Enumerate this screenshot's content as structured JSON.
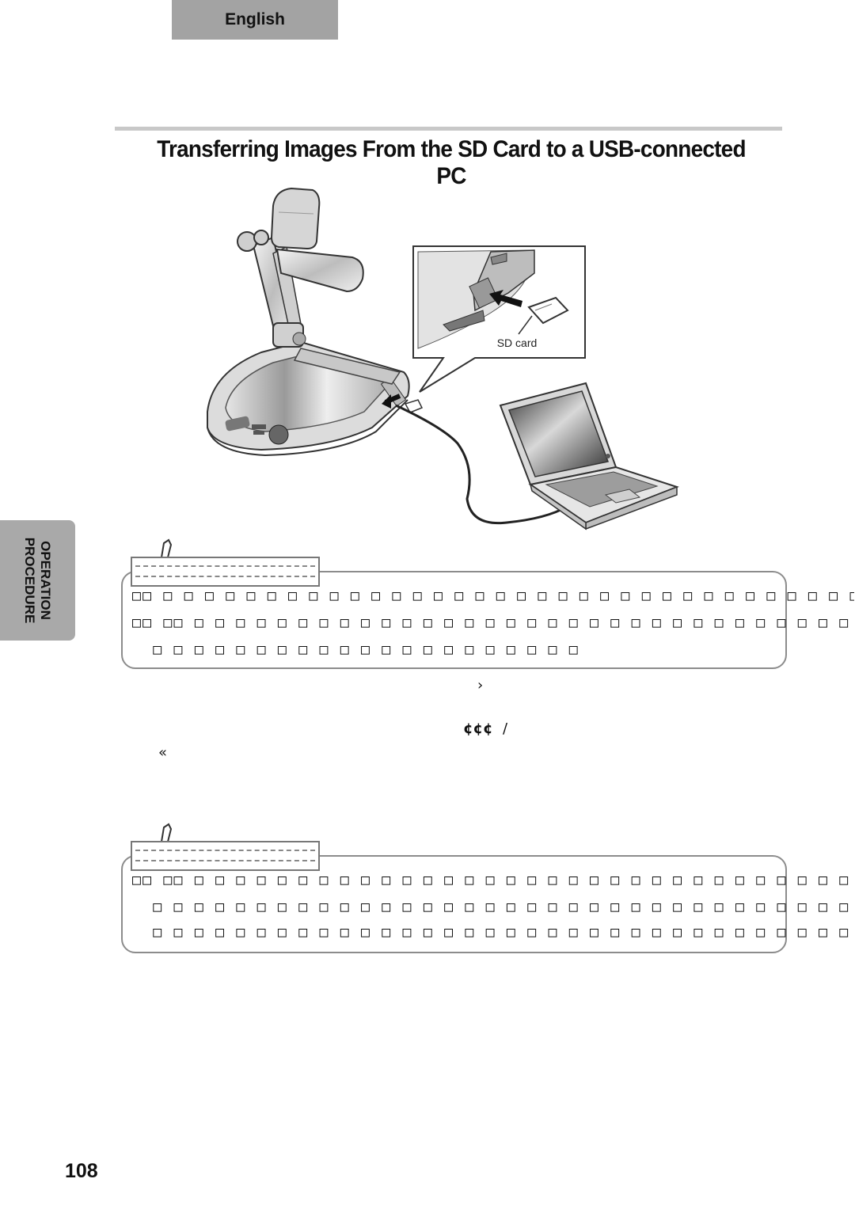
{
  "header": {
    "language_tab": "English"
  },
  "title": "Transferring Images From the SD Card to a USB-connected PC",
  "side_tab": "OPERATION\nPROCEDURE",
  "figure": {
    "callout_label": "SD card"
  },
  "note1": {
    "lines": [
      "□□ □ □ □ □ □ □ □ □ □ □ □ □ □ □ □ □ □ □ □ □ □ □ □ □ □ □ □ □ □ □ □ □ □ □ □",
      "□□ □□ □ □ □ □ □ □ □ □ □ □ □ □ □ □ □ □ □ □ □ □ □ □ □ □ □ □ □ □ □ □ □ □ □ □ □ □ □ □",
      "  □ □ □ □ □ □ □ □ □ □ □ □ □ □ □ □ □ □ □ □ □"
    ]
  },
  "symbols": {
    "s1": "›",
    "s2": "¢¢¢",
    "s3": "∕",
    "s4": "«"
  },
  "note2": {
    "lines": [
      "□□ □□ □ □ □ □ □ □ □ □ □ □ □ □ □ □ □ □ □ □ □ □ □ □ □ □ □ □ □ □ □ □ □ □ □ □ □ □ □ □",
      "  □ □ □ □ □ □ □ □ □ □ □ □ □ □ □ □ □ □ □ □ □ □ □ □ □ □ □ □ □ □ □ □ □ □ □ □ □ □ □ □",
      "  □ □ □ □ □ □ □ □ □ □ □ □ □ □ □ □ □ □ □ □ □ □ □ □ □ □ □ □ □ □ □ □ □ □ □ □"
    ]
  },
  "page_number": "108"
}
